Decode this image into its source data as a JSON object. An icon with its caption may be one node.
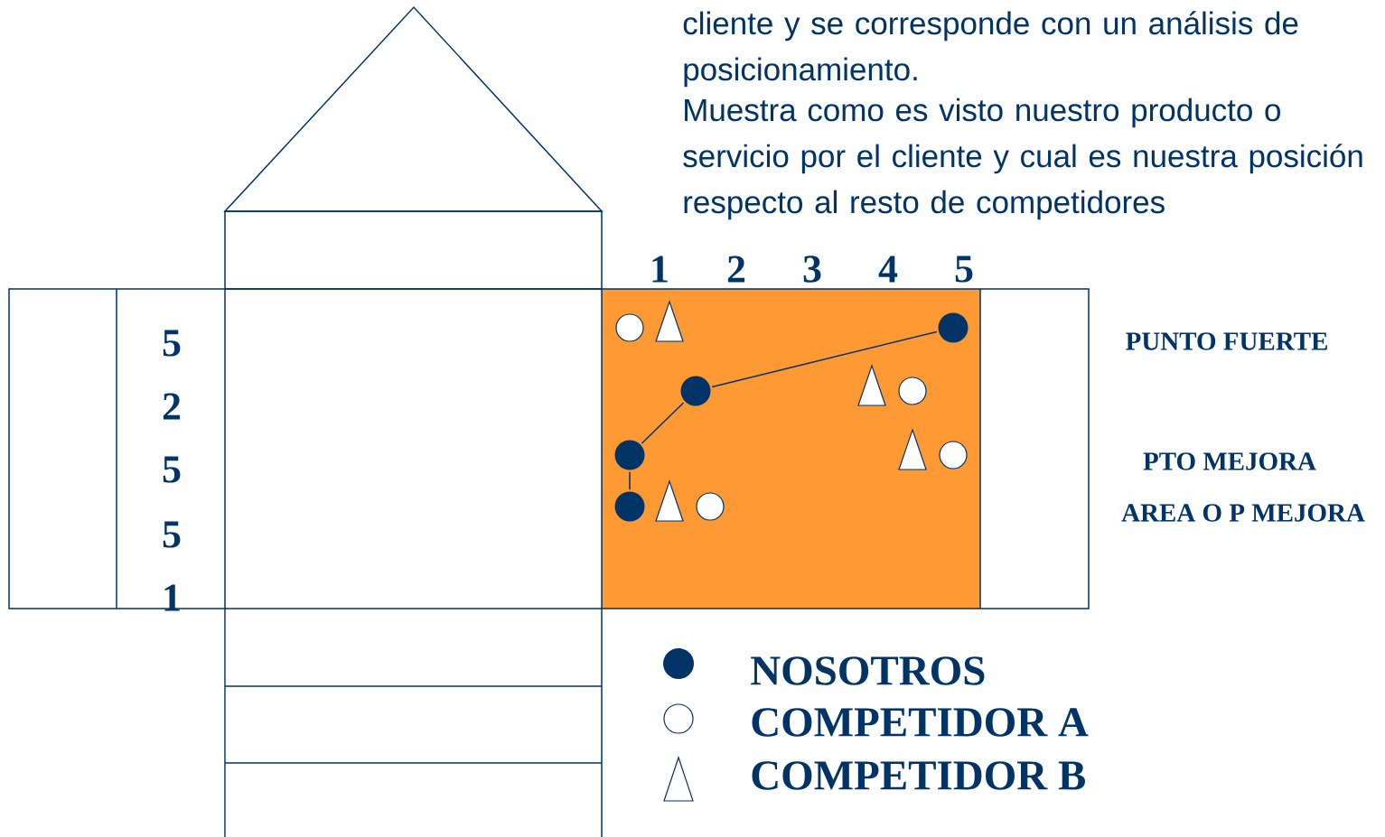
{
  "diagram": {
    "nodes": [
      {
        "text": [],
        "shape": "circle"
      },
      {
        "text": [],
        "shape": "circle"
      },
      {
        "text": [],
        "shape": "circle"
      },
      {
        "text": [],
        "shape": "circle"
      }
    ],
    "edges": [
      {
        "from": 0,
        "to": 1,
        "arrow": "none"
      },
      {
        "from": 1,
        "to": 2,
        "arrow": "none"
      },
      {
        "from": 2,
        "to": 3,
        "arrow": "none"
      }
    ],
    "labels": [
      "cliente y se corresponde con un análisis de posicionamiento.",
      "Muestra como es visto nuestro producto o servicio por el cliente y cual es nuestra posición respecto al resto de competidores",
      "1",
      "2",
      "3",
      "4",
      "5",
      "5",
      "2",
      "5",
      "5",
      "1",
      "PUNTO FUERTE",
      "PTO MEJORA",
      "AREA O P MEJORA"
    ],
    "legend": [
      {
        "text": "NOSOTROS"
      },
      {
        "text": "COMPETIDOR A"
      },
      {
        "text": "COMPETIDOR B"
      }
    ]
  }
}
